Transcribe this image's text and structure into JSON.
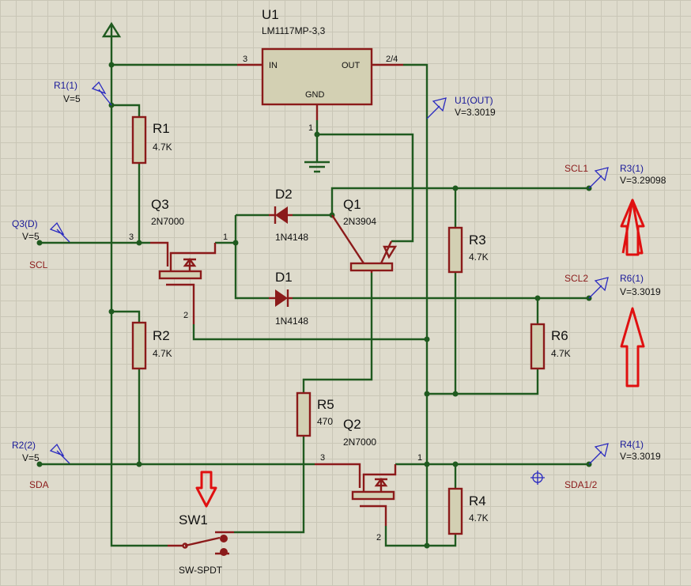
{
  "components": {
    "u1": {
      "ref": "U1",
      "part": "LM1117MP-3,3",
      "pin_in": "IN",
      "pin_out": "OUT",
      "pin_gnd": "GND",
      "pin_in_num": "3",
      "pin_out_num": "2/4",
      "pin_gnd_num": "1"
    },
    "r1": {
      "ref": "R1",
      "value": "4.7K"
    },
    "r2": {
      "ref": "R2",
      "value": "4.7K"
    },
    "r3": {
      "ref": "R3",
      "value": "4.7K"
    },
    "r4": {
      "ref": "R4",
      "value": "4.7K"
    },
    "r5": {
      "ref": "R5",
      "value": "470"
    },
    "r6": {
      "ref": "R6",
      "value": "4.7K"
    },
    "q1": {
      "ref": "Q1",
      "part": "2N3904"
    },
    "q2": {
      "ref": "Q2",
      "part": "2N7000",
      "pin_g": "3",
      "pin_d": "1",
      "pin_s": "2"
    },
    "q3": {
      "ref": "Q3",
      "part": "2N7000",
      "pin_g": "3",
      "pin_d": "1",
      "pin_s": "2"
    },
    "d1": {
      "ref": "D1",
      "part": "1N4148"
    },
    "d2": {
      "ref": "D2",
      "part": "1N4148"
    },
    "sw1": {
      "ref": "SW1",
      "part": "SW-SPDT"
    }
  },
  "nets": {
    "scl": "SCL",
    "sda": "SDA",
    "scl1": "SCL1",
    "scl2": "SCL2",
    "sda12": "SDA1/2"
  },
  "probes": {
    "r1_1": {
      "name": "R1(1)",
      "value": "V=5"
    },
    "q3_d": {
      "name": "Q3(D)",
      "value": "V=5"
    },
    "r2_2": {
      "name": "R2(2)",
      "value": "V=5"
    },
    "u1_out": {
      "name": "U1(OUT)",
      "value": "V=3.3019"
    },
    "r3_1": {
      "name": "R3(1)",
      "value": "V=3.29098"
    },
    "r6_1": {
      "name": "R6(1)",
      "value": "V=3.3019"
    },
    "r4_1": {
      "name": "R4(1)",
      "value": "V=3.3019"
    }
  },
  "colors": {
    "wire": "#1f5a1f",
    "component": "#8b1a1a",
    "component_fill": "#d3d0b3",
    "probe": "#2a2ac0",
    "annotation_arrow": "#e01010",
    "background": "#dedbcc"
  }
}
